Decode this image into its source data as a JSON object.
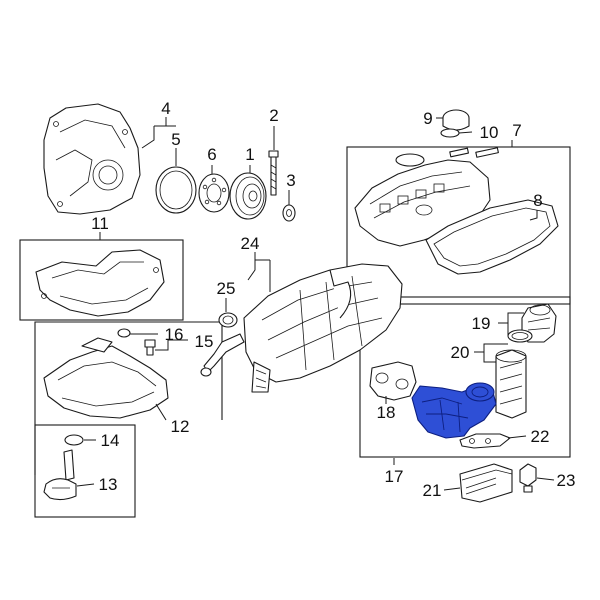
{
  "callouts": {
    "c1": "1",
    "c2": "2",
    "c3": "3",
    "c4": "4",
    "c5": "5",
    "c6": "6",
    "c7": "7",
    "c8": "8",
    "c9": "9",
    "c10": "10",
    "c11": "11",
    "c12": "12",
    "c13": "13",
    "c14": "14",
    "c15": "15",
    "c16": "16",
    "c17": "17",
    "c18": "18",
    "c19": "19",
    "c20": "20",
    "c21": "21",
    "c22": "22",
    "c23": "23",
    "c24": "24",
    "c25": "25"
  },
  "colors": {
    "highlight": "#2e4fd6",
    "line": "#1a1a1a"
  }
}
